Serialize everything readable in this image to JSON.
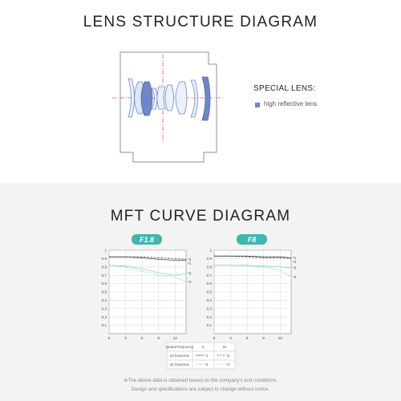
{
  "lens_section": {
    "title": "LENS STRUCTURE DIAGRAM",
    "special_title": "SPECIAL LENS:",
    "legend_label": "high reflective lens",
    "legend_color": "#6f86c7"
  },
  "mft_section": {
    "title": "MFT CURVE DIAGRAM",
    "charts": [
      {
        "tag": "F1.8",
        "end_labels": [
          "*1",
          "*2",
          "*3",
          "*4"
        ]
      },
      {
        "tag": "F8",
        "end_labels": [
          "*1",
          "*2",
          "*3",
          "*4"
        ]
      }
    ],
    "table": {
      "header": [
        "spatial frequency",
        "S",
        "M"
      ],
      "rows": [
        {
          "label": "10 lines/mm",
          "s": "*1",
          "m": "*2"
        },
        {
          "label": "30 lines/mm",
          "s": "*3",
          "m": "*4"
        }
      ]
    },
    "note_line1": "※The above data is obtained based on the company's test conditions.",
    "note_line2": "Design and specifications are subject to change without notice."
  },
  "chart_data": [
    {
      "type": "line",
      "title": "F1.8",
      "xlim": [
        0,
        14
      ],
      "ylim": [
        0,
        1
      ],
      "x_ticks": [
        0,
        3,
        6,
        9,
        12
      ],
      "y_ticks": [
        0.1,
        0.2,
        0.3,
        0.4,
        0.5,
        0.6,
        0.7,
        0.8,
        0.9,
        1
      ],
      "series": [
        {
          "name": "*1",
          "x": [
            0,
            3,
            6,
            9,
            12,
            14
          ],
          "y": [
            0.92,
            0.92,
            0.91,
            0.89,
            0.88,
            0.88
          ]
        },
        {
          "name": "*2",
          "x": [
            0,
            3,
            6,
            9,
            12,
            14
          ],
          "y": [
            0.92,
            0.92,
            0.92,
            0.91,
            0.9,
            0.89
          ]
        },
        {
          "name": "*3",
          "x": [
            0,
            3,
            6,
            9,
            12,
            14
          ],
          "y": [
            0.82,
            0.81,
            0.78,
            0.73,
            0.7,
            0.72
          ]
        },
        {
          "name": "*4",
          "x": [
            0,
            3,
            6,
            9,
            12,
            14
          ],
          "y": [
            0.82,
            0.8,
            0.75,
            0.7,
            0.68,
            0.62
          ]
        }
      ]
    },
    {
      "type": "line",
      "title": "F8",
      "xlim": [
        0,
        14
      ],
      "ylim": [
        0,
        1
      ],
      "x_ticks": [
        0,
        3,
        6,
        9,
        12
      ],
      "y_ticks": [
        0.1,
        0.2,
        0.3,
        0.4,
        0.5,
        0.6,
        0.7,
        0.8,
        0.9,
        1
      ],
      "series": [
        {
          "name": "*1",
          "x": [
            0,
            3,
            6,
            9,
            12,
            14
          ],
          "y": [
            0.93,
            0.93,
            0.93,
            0.92,
            0.92,
            0.91
          ]
        },
        {
          "name": "*2",
          "x": [
            0,
            3,
            6,
            9,
            12,
            14
          ],
          "y": [
            0.93,
            0.93,
            0.92,
            0.91,
            0.91,
            0.9
          ]
        },
        {
          "name": "*3",
          "x": [
            0,
            3,
            6,
            9,
            12,
            14
          ],
          "y": [
            0.82,
            0.82,
            0.82,
            0.81,
            0.8,
            0.79
          ]
        },
        {
          "name": "*4",
          "x": [
            0,
            3,
            6,
            9,
            12,
            14
          ],
          "y": [
            0.82,
            0.82,
            0.81,
            0.8,
            0.76,
            0.68
          ]
        }
      ]
    }
  ]
}
